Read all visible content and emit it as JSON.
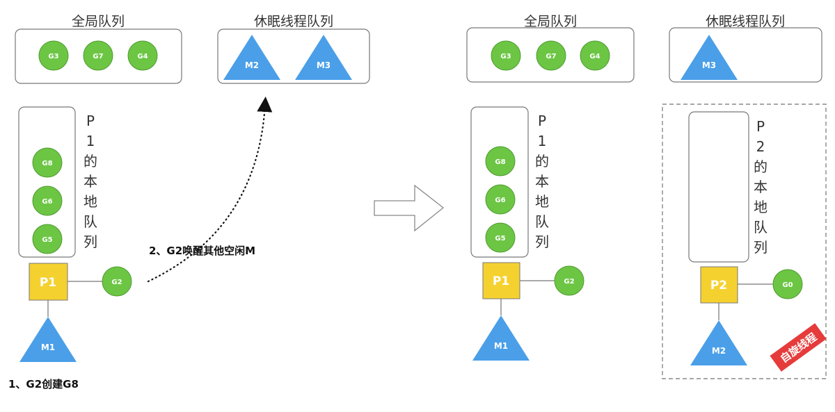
{
  "colors": {
    "goroutine": "#6cc644",
    "goroutine_stroke": "#4e9a30",
    "thread": "#4a9fe8",
    "processor": "#f5d130",
    "box_border": "#777777",
    "stamp": "#e63b3b"
  },
  "left": {
    "global_queue": {
      "title": "全局队列",
      "items": [
        "G3",
        "G7",
        "G4"
      ]
    },
    "sleep_queue": {
      "title": "休眠线程队列",
      "items": [
        "M2",
        "M3"
      ]
    },
    "local_queue": {
      "label": "P1的本地队列",
      "items": [
        "G8",
        "G6",
        "G5"
      ]
    },
    "processor": "P1",
    "running_g": "G2",
    "machine": "M1",
    "step1": "1、G2创建G8",
    "step2": "2、G2唤醒其他空闲M"
  },
  "right": {
    "global_queue": {
      "title": "全局队列",
      "items": [
        "G3",
        "G7",
        "G4"
      ]
    },
    "sleep_queue": {
      "title": "休眠线程队列",
      "items": [
        "M3"
      ]
    },
    "local_queue": {
      "label": "P1的本地队列",
      "items": [
        "G8",
        "G6",
        "G5"
      ]
    },
    "processor": "P1",
    "running_g": "G2",
    "machine": "M1",
    "spin": {
      "local_label": "P2的本地队列",
      "processor": "P2",
      "running_g": "G0",
      "machine": "M2",
      "stamp": "自旋线程"
    }
  }
}
